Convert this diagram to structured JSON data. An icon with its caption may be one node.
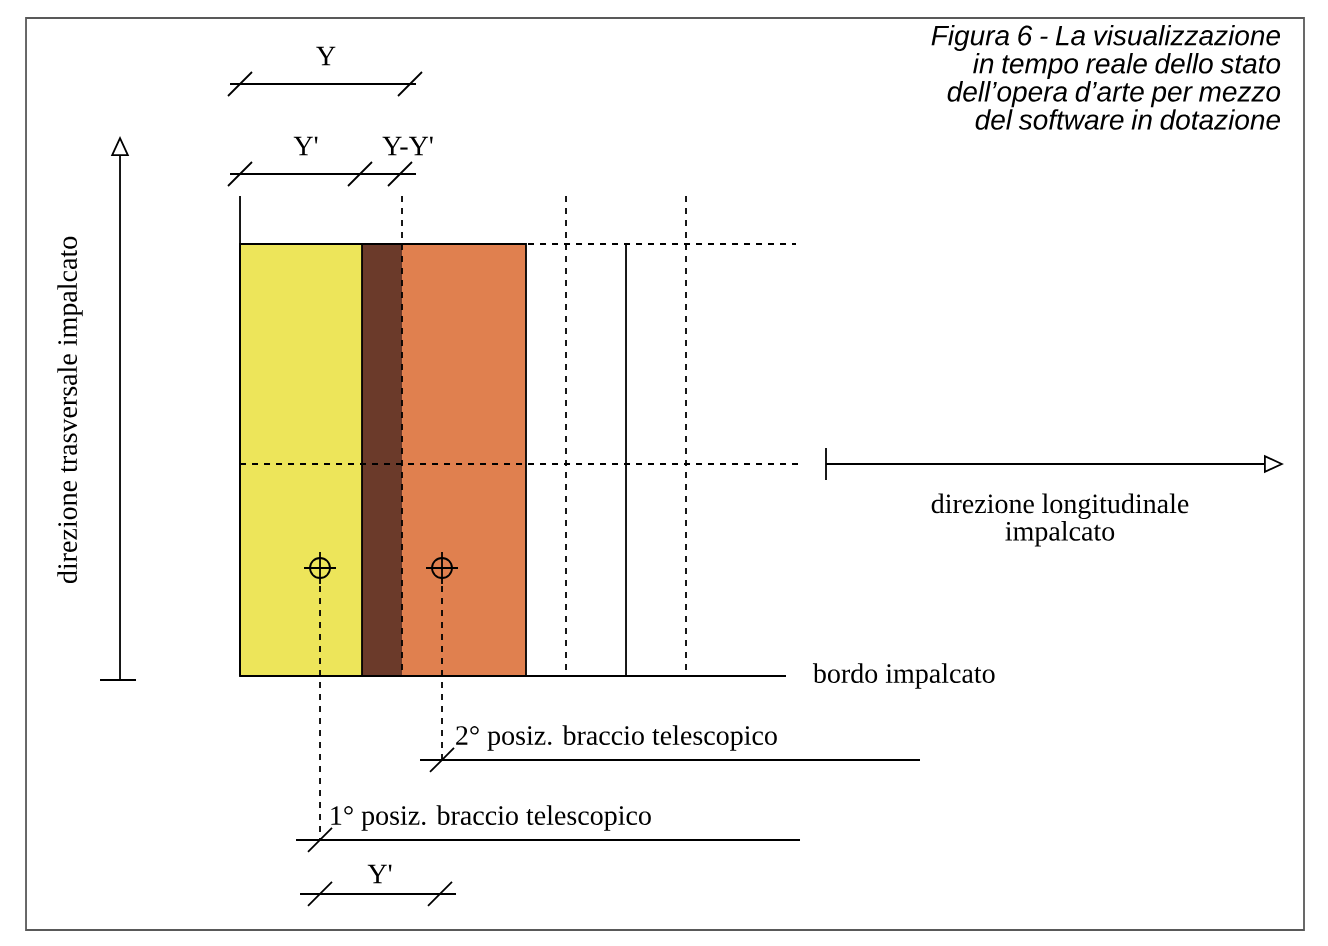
{
  "diagram": {
    "caption": "Figura 6 - La visualizzazione in tempo reale dello stato dell’opera d’arte per mezzo del software in dotazione",
    "labels": [
      "Y",
      "Y'",
      "Y-Y'",
      "direzione trasversale impalcato",
      "direzione longitudinale impalcato",
      "bordo impalcato",
      "2° posiz. braccio telescopico",
      "1° posiz. braccio telescopico",
      "Y'"
    ]
  }
}
